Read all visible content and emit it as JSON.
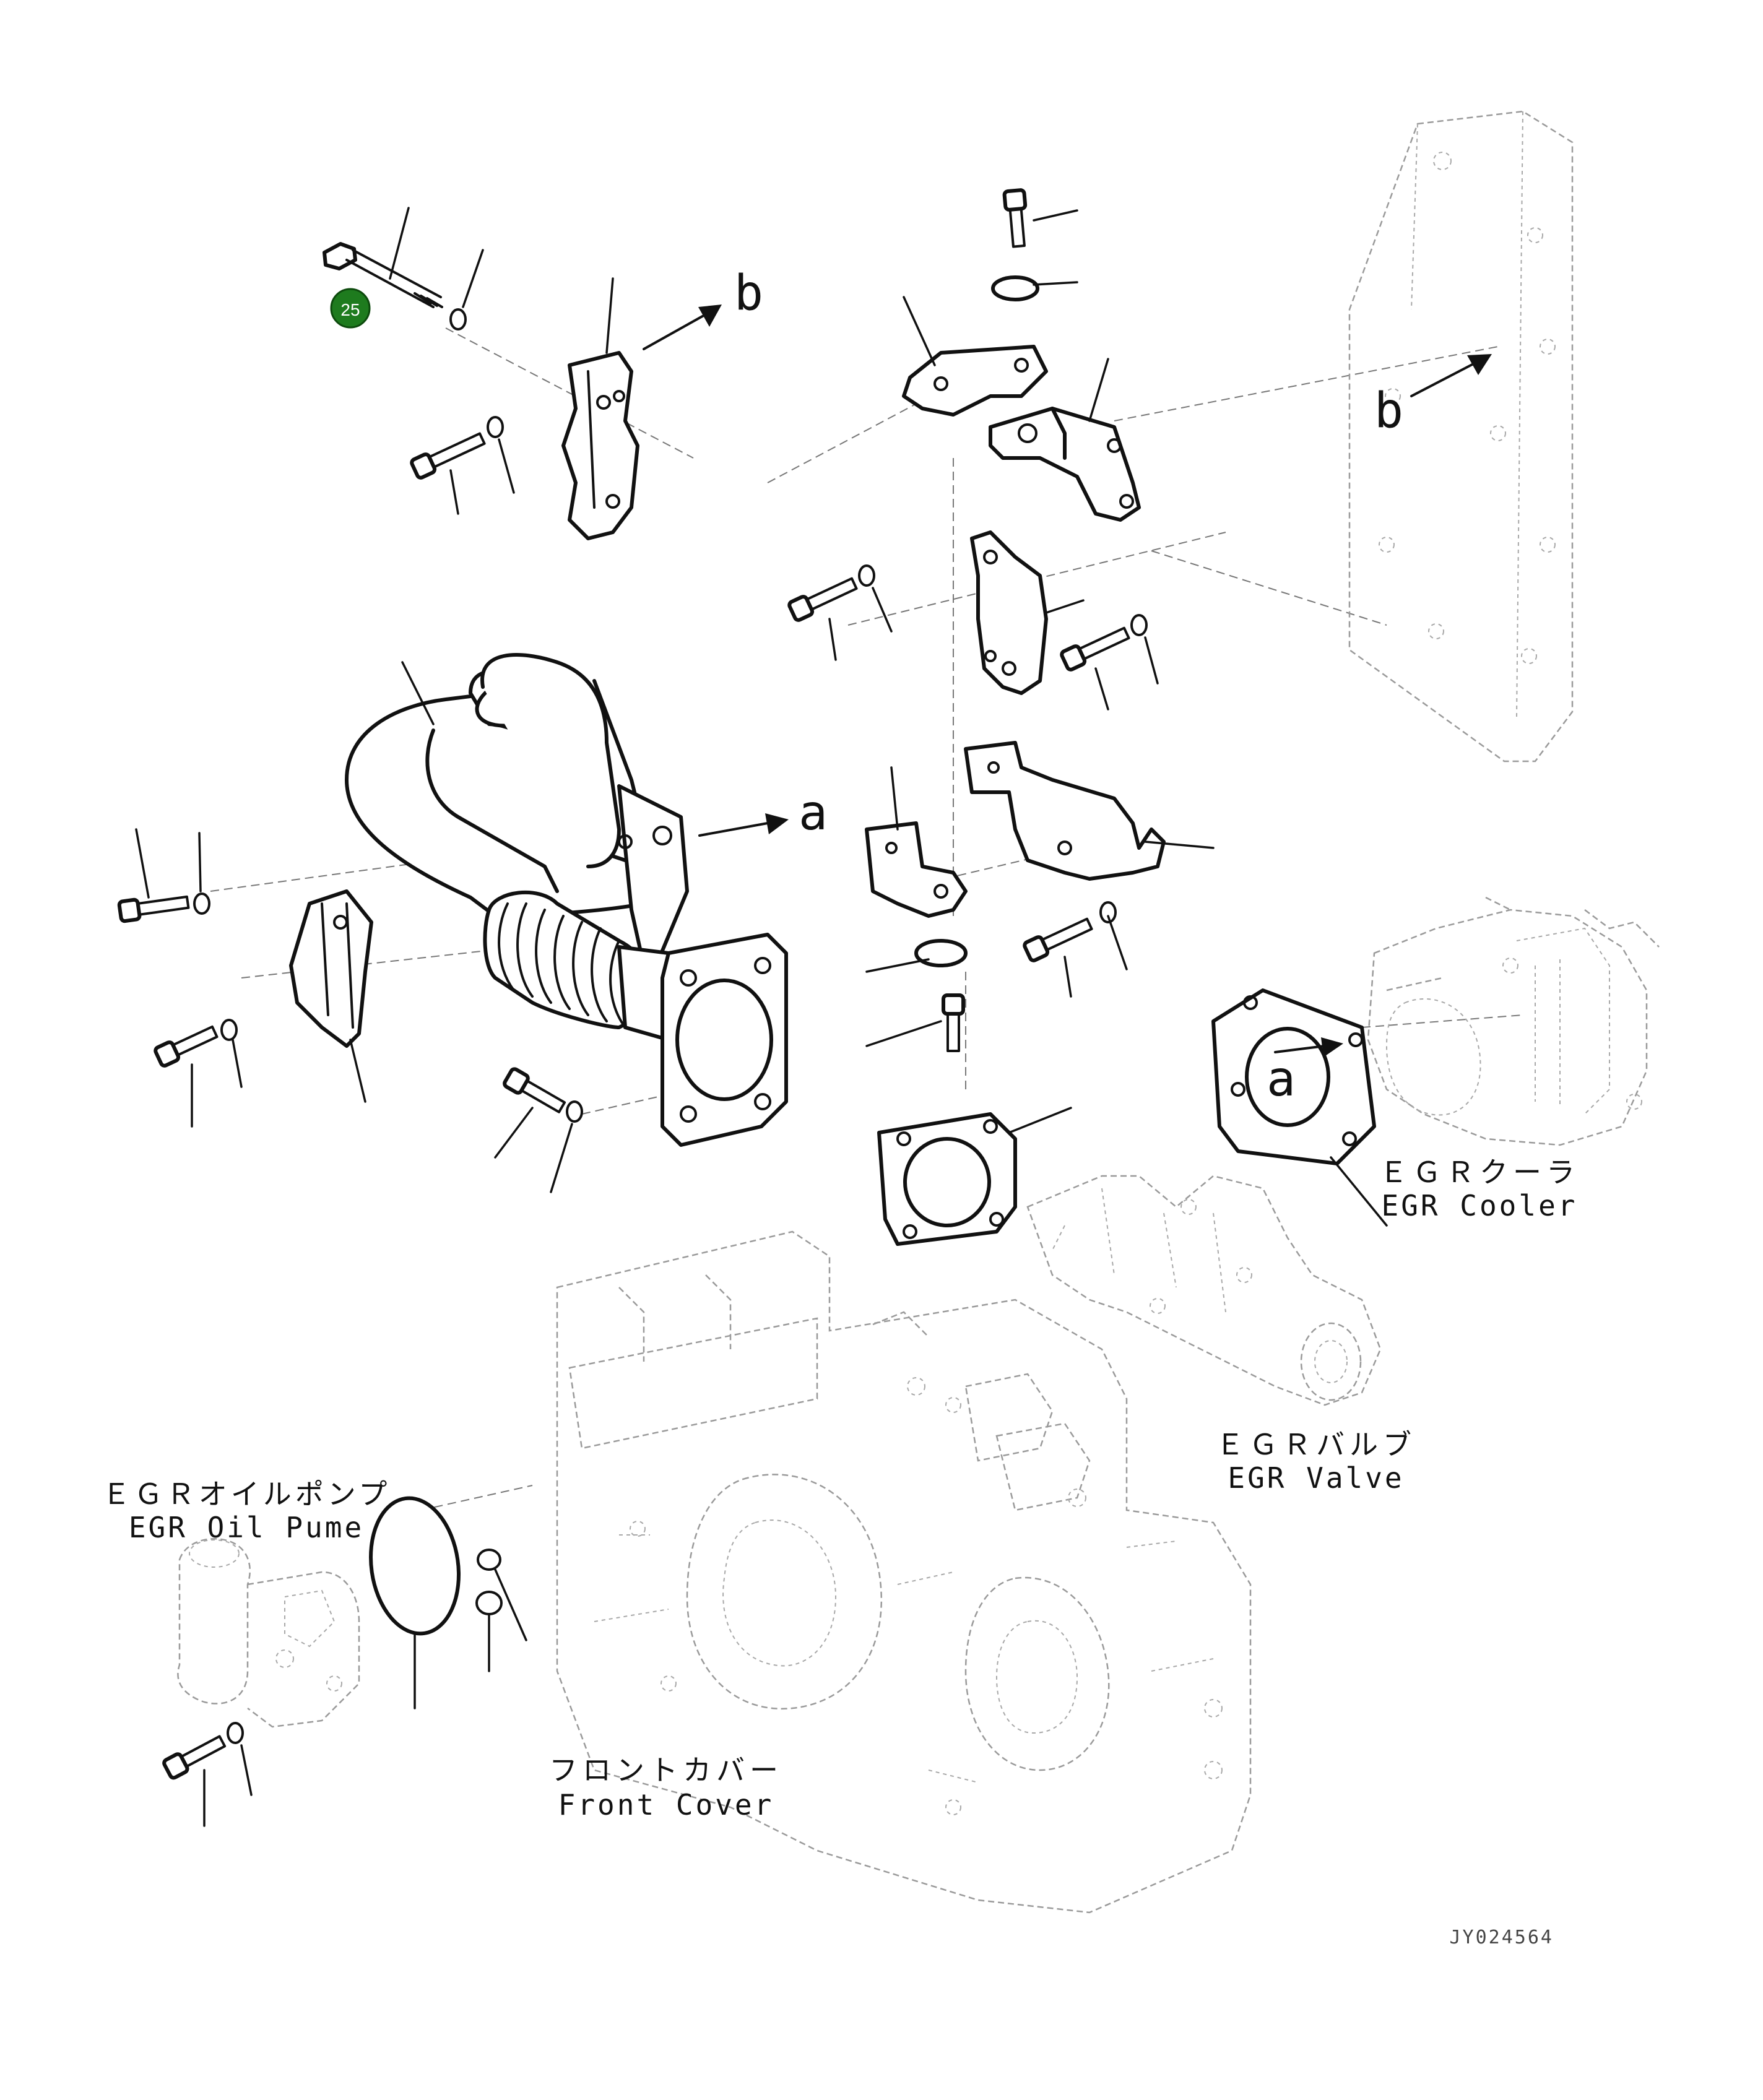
{
  "callout": {
    "number": "25",
    "color": "#1e7b1e"
  },
  "arrow_labels": {
    "b_top": "b",
    "b_right": "b",
    "a_pipe": "a",
    "a_cooler": "a"
  },
  "components": {
    "egr_cooler": {
      "label_ja": "ＥＧＲクーラ",
      "label_en": "EGR Cooler"
    },
    "egr_valve": {
      "label_ja": "ＥＧＲバルブ",
      "label_en": "EGR Valve"
    },
    "egr_oil_pump": {
      "label_ja": "ＥＧＲオイルポンプ",
      "label_en": "EGR Oil Pume"
    },
    "front_cover": {
      "label_ja": "フロントカバー",
      "label_en": "Front Cover"
    }
  },
  "drawing_number": "JY024564"
}
